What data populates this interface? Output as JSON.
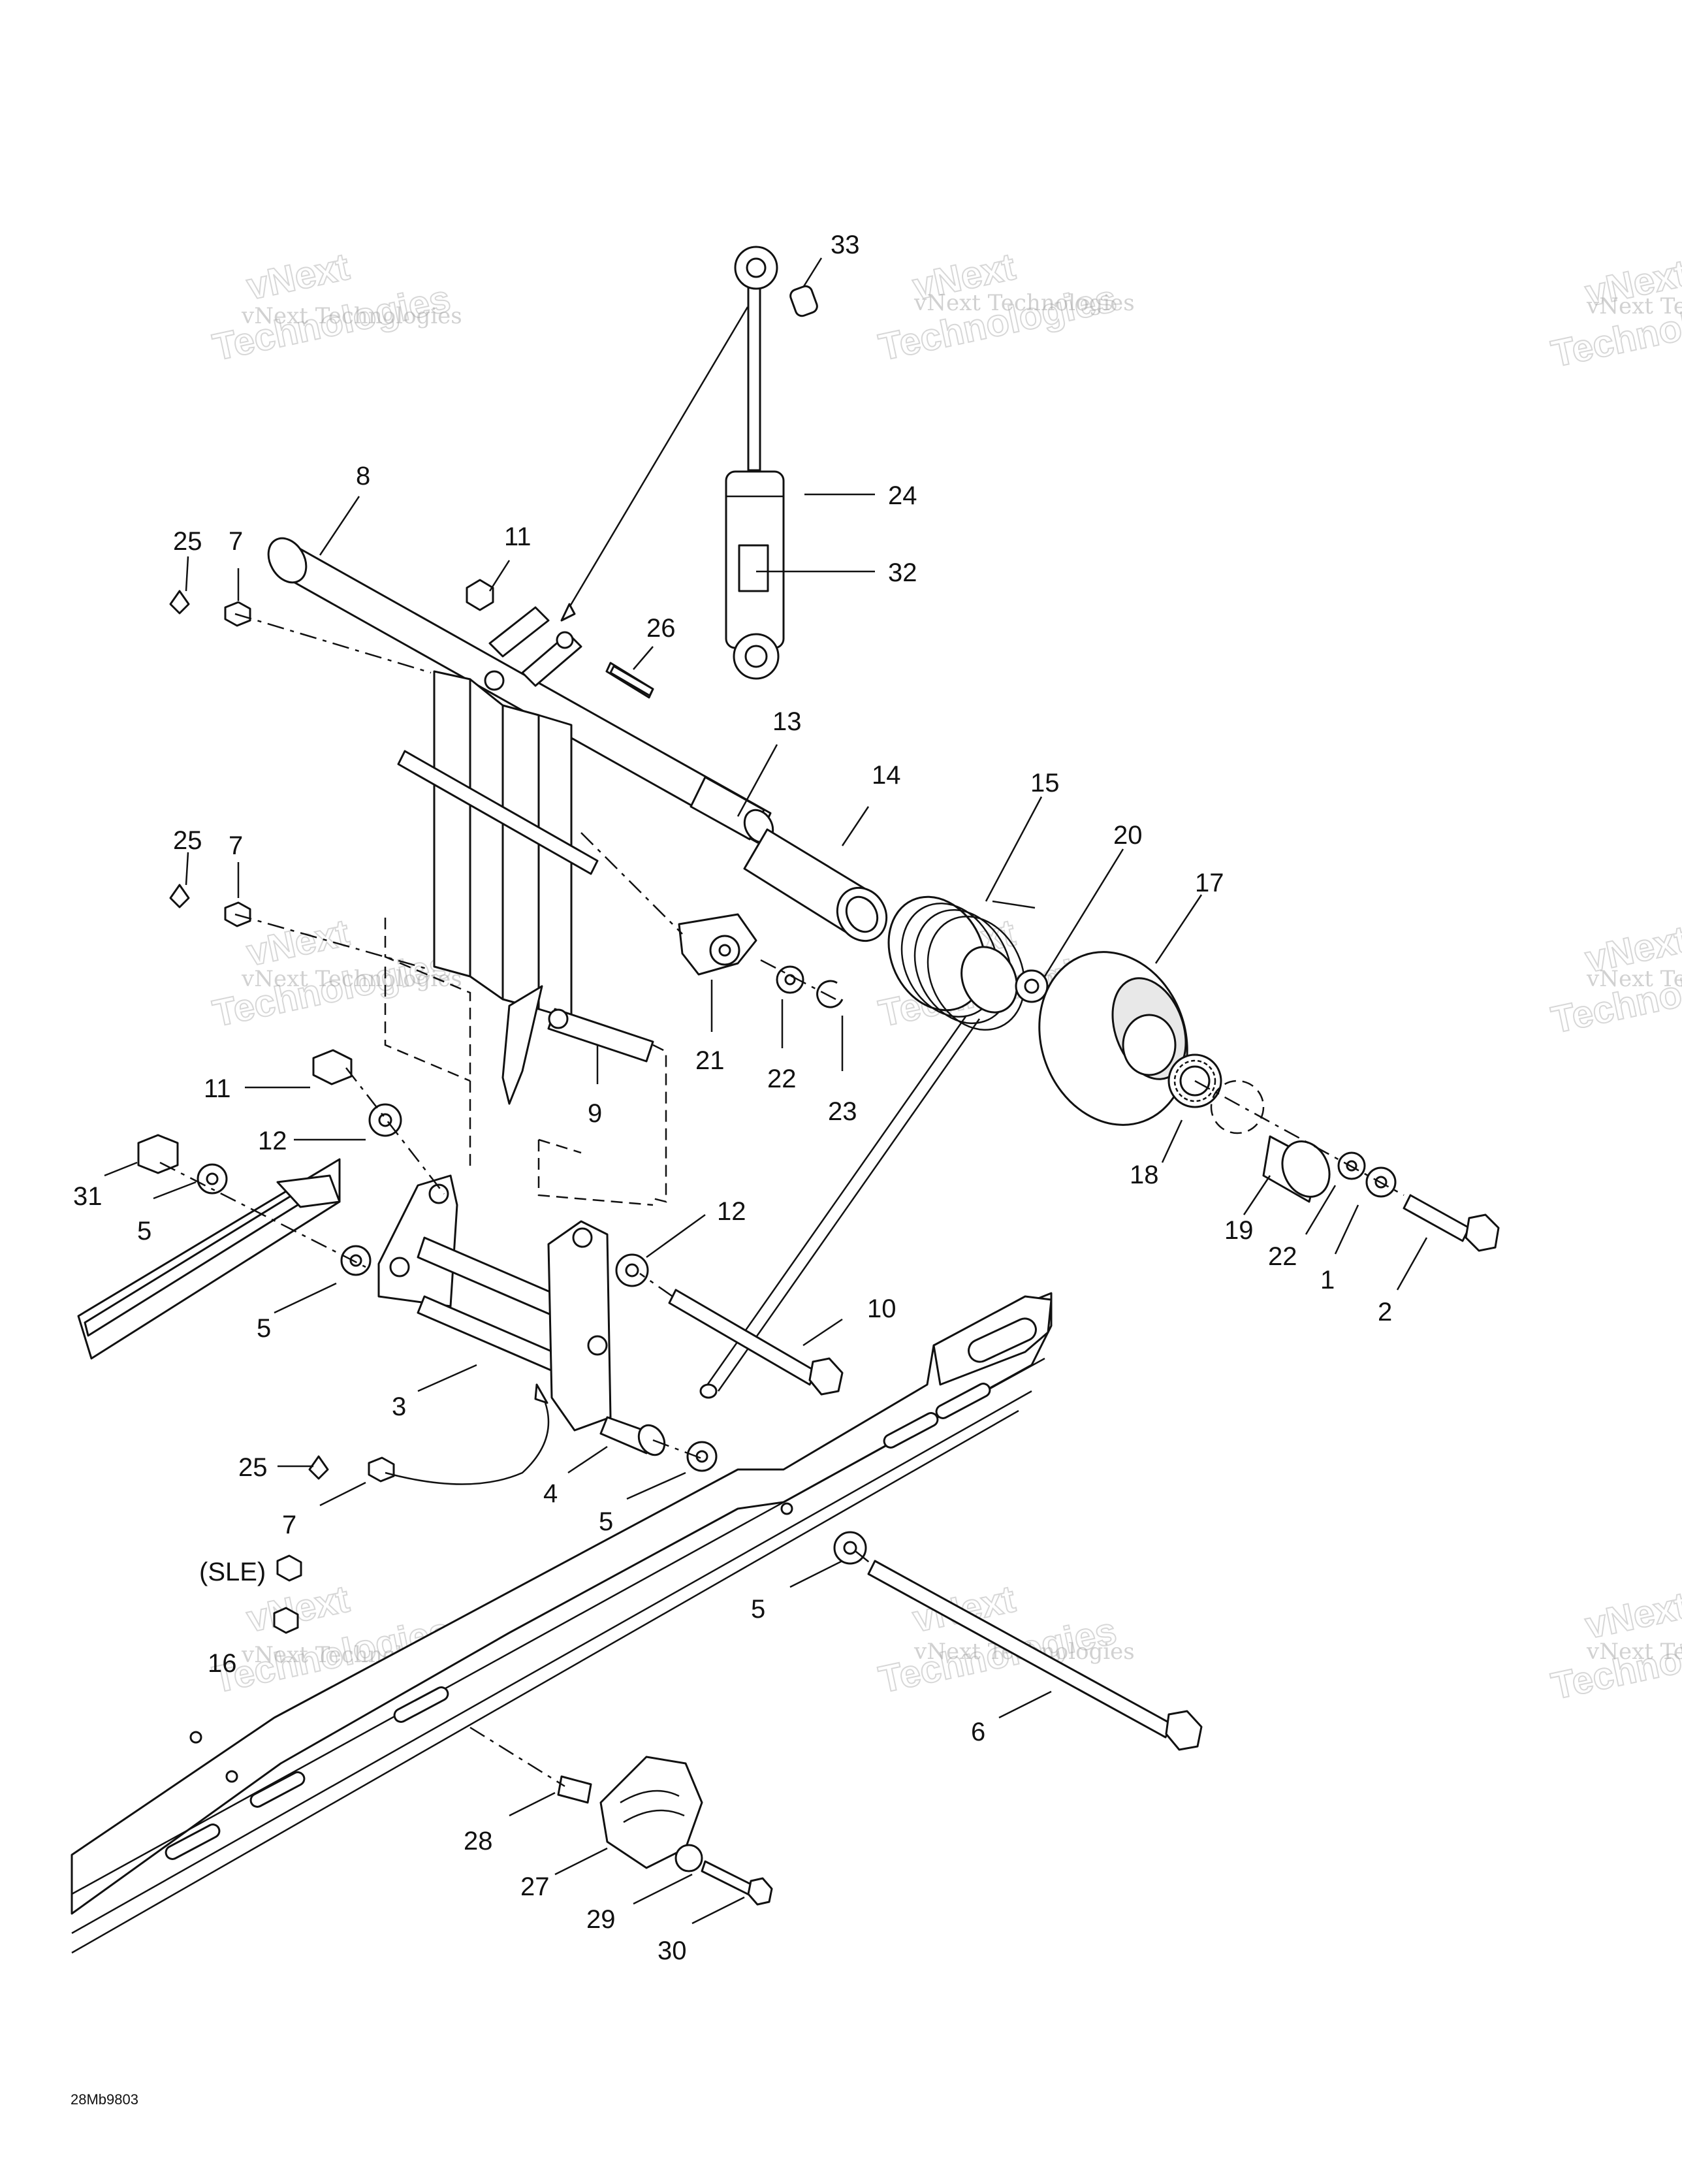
{
  "diagram_code": "28Mb9803",
  "watermark": {
    "line1": "vNext",
    "line2": "vNext Technologies",
    "line3": "Technologies"
  },
  "callouts": [
    {
      "id": "c33",
      "text": "33"
    },
    {
      "id": "c24",
      "text": "24"
    },
    {
      "id": "c32",
      "text": "32"
    },
    {
      "id": "c8",
      "text": "8"
    },
    {
      "id": "c25a",
      "text": "25"
    },
    {
      "id": "c7a",
      "text": "7"
    },
    {
      "id": "c11a",
      "text": "11"
    },
    {
      "id": "c26",
      "text": "26"
    },
    {
      "id": "c13",
      "text": "13"
    },
    {
      "id": "c14",
      "text": "14"
    },
    {
      "id": "c15",
      "text": "15"
    },
    {
      "id": "c20",
      "text": "20"
    },
    {
      "id": "c17",
      "text": "17"
    },
    {
      "id": "c25b",
      "text": "25"
    },
    {
      "id": "c7b",
      "text": "7"
    },
    {
      "id": "c21",
      "text": "21"
    },
    {
      "id": "c22a",
      "text": "22"
    },
    {
      "id": "c23",
      "text": "23"
    },
    {
      "id": "c9",
      "text": "9"
    },
    {
      "id": "c11b",
      "text": "11"
    },
    {
      "id": "c12a",
      "text": "12"
    },
    {
      "id": "c31",
      "text": "31"
    },
    {
      "id": "c5a",
      "text": "5"
    },
    {
      "id": "c18",
      "text": "18"
    },
    {
      "id": "c19",
      "text": "19"
    },
    {
      "id": "c22b",
      "text": "22"
    },
    {
      "id": "c1",
      "text": "1"
    },
    {
      "id": "c2",
      "text": "2"
    },
    {
      "id": "c12b",
      "text": "12"
    },
    {
      "id": "c5b",
      "text": "5"
    },
    {
      "id": "c10",
      "text": "10"
    },
    {
      "id": "c3",
      "text": "3"
    },
    {
      "id": "c25c",
      "text": "25"
    },
    {
      "id": "c4",
      "text": "4"
    },
    {
      "id": "c7c",
      "text": "7"
    },
    {
      "id": "c5c",
      "text": "5"
    },
    {
      "id": "cSLE",
      "text": "(SLE)"
    },
    {
      "id": "c5d",
      "text": "5"
    },
    {
      "id": "c16",
      "text": "16"
    },
    {
      "id": "c6",
      "text": "6"
    },
    {
      "id": "c28",
      "text": "28"
    },
    {
      "id": "c27",
      "text": "27"
    },
    {
      "id": "c29",
      "text": "29"
    },
    {
      "id": "c30",
      "text": "30"
    }
  ]
}
